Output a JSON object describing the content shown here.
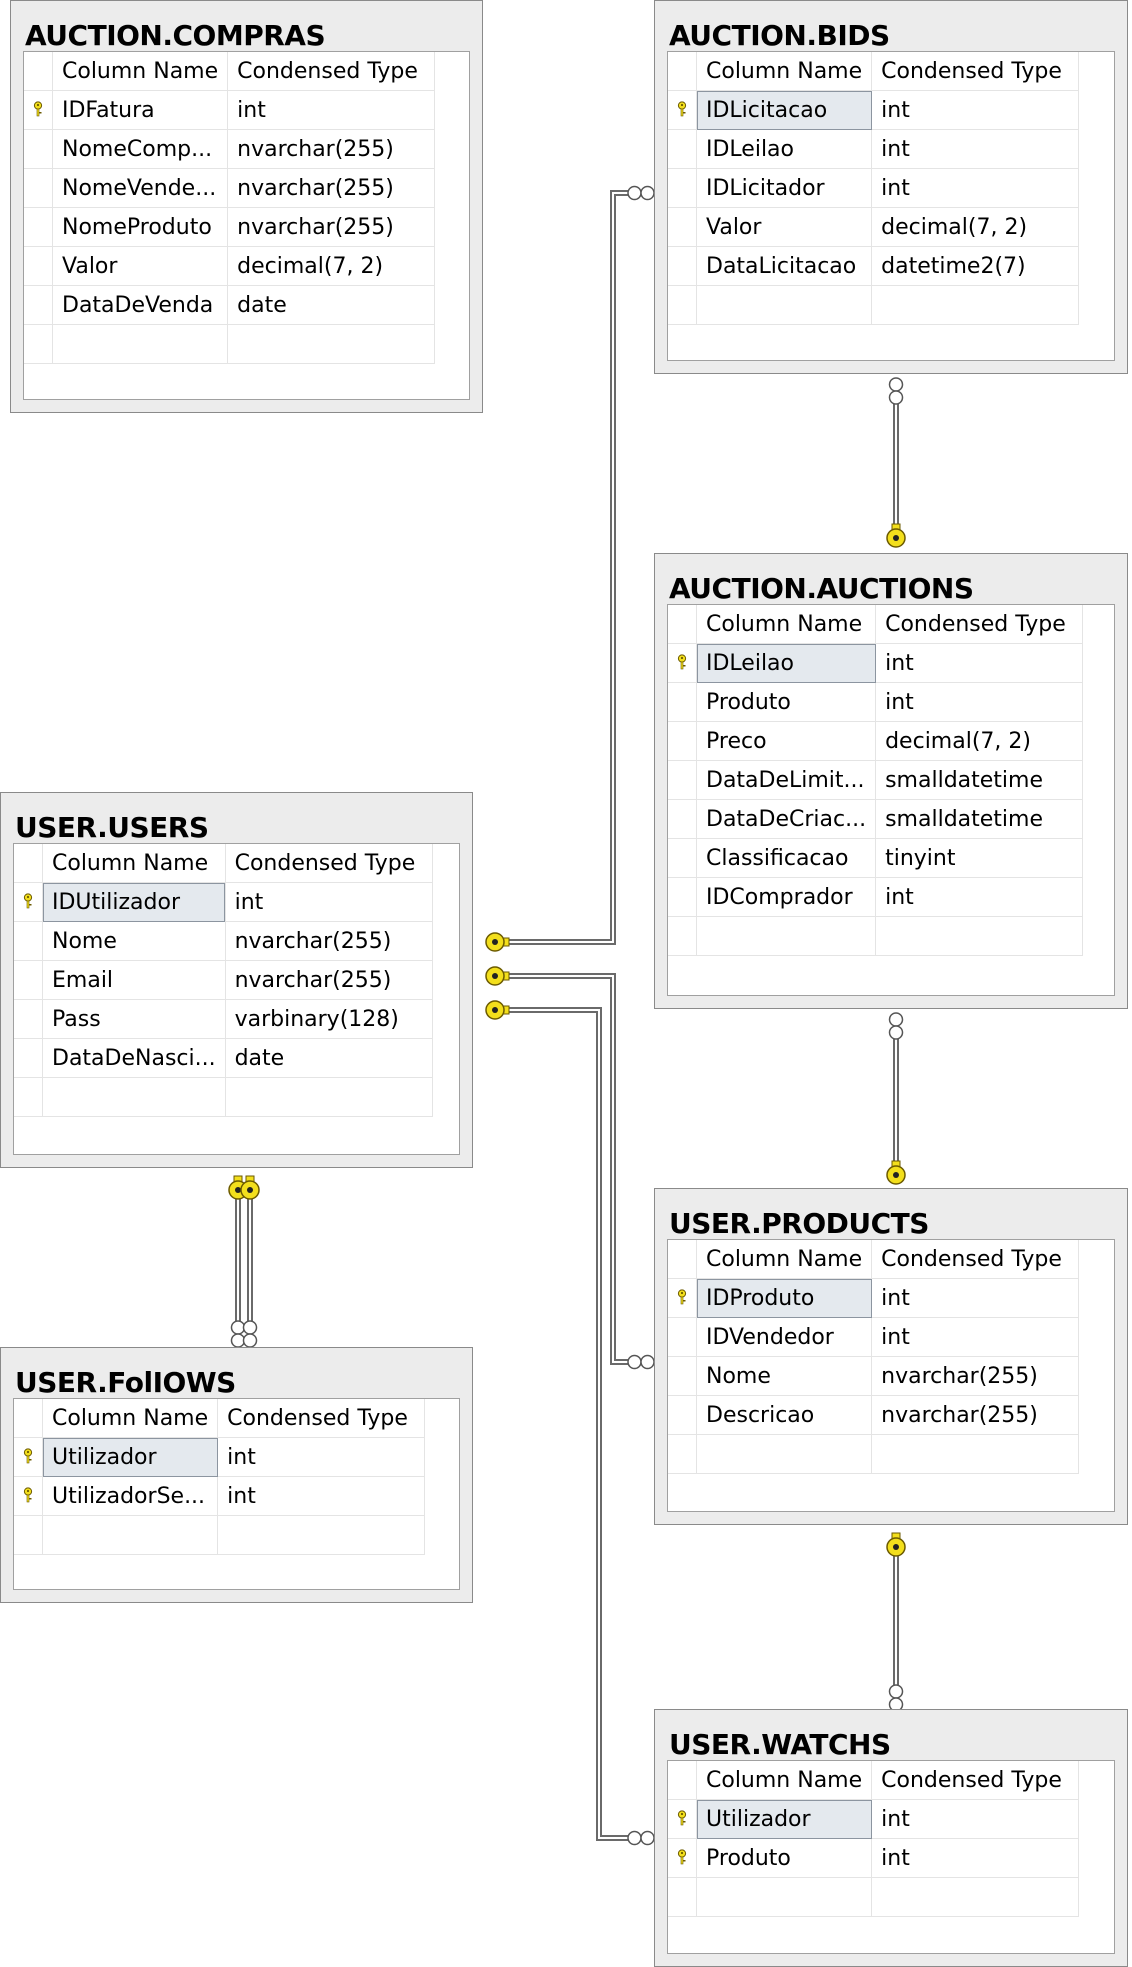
{
  "header": {
    "col_name": "Column Name",
    "col_type": "Condensed Type"
  },
  "tables": {
    "auction_compras": {
      "title": "AUCTION.COMPRAS",
      "rows": [
        {
          "key": true,
          "name": "IDFatura",
          "type": "int"
        },
        {
          "key": false,
          "name": "NomeComp...",
          "type": "nvarchar(255)"
        },
        {
          "key": false,
          "name": "NomeVende...",
          "type": "nvarchar(255)"
        },
        {
          "key": false,
          "name": "NomeProduto",
          "type": "nvarchar(255)"
        },
        {
          "key": false,
          "name": "Valor",
          "type": "decimal(7, 2)"
        },
        {
          "key": false,
          "name": "DataDeVenda",
          "type": "date"
        }
      ]
    },
    "auction_bids": {
      "title": "AUCTION.BIDS",
      "rows": [
        {
          "key": true,
          "name": "IDLicitacao",
          "type": "int",
          "selected": true
        },
        {
          "key": false,
          "name": "IDLeilao",
          "type": "int"
        },
        {
          "key": false,
          "name": "IDLicitador",
          "type": "int"
        },
        {
          "key": false,
          "name": "Valor",
          "type": "decimal(7, 2)"
        },
        {
          "key": false,
          "name": "DataLicitacao",
          "type": "datetime2(7)"
        }
      ]
    },
    "auction_auctions": {
      "title": "AUCTION.AUCTIONS",
      "rows": [
        {
          "key": true,
          "name": "IDLeilao",
          "type": "int",
          "selected": true
        },
        {
          "key": false,
          "name": "Produto",
          "type": "int"
        },
        {
          "key": false,
          "name": "Preco",
          "type": "decimal(7, 2)"
        },
        {
          "key": false,
          "name": "DataDeLimit...",
          "type": "smalldatetime"
        },
        {
          "key": false,
          "name": "DataDeCriac...",
          "type": "smalldatetime"
        },
        {
          "key": false,
          "name": "Classificacao",
          "type": "tinyint"
        },
        {
          "key": false,
          "name": "IDComprador",
          "type": "int"
        }
      ]
    },
    "user_users": {
      "title": "USER.USERS",
      "rows": [
        {
          "key": true,
          "name": "IDUtilizador",
          "type": "int",
          "selected": true
        },
        {
          "key": false,
          "name": "Nome",
          "type": "nvarchar(255)"
        },
        {
          "key": false,
          "name": "Email",
          "type": "nvarchar(255)"
        },
        {
          "key": false,
          "name": "Pass",
          "type": "varbinary(128)"
        },
        {
          "key": false,
          "name": "DataDeNasci...",
          "type": "date"
        }
      ]
    },
    "user_follows": {
      "title": "USER.FolIOWS",
      "rows": [
        {
          "key": true,
          "name": "Utilizador",
          "type": "int",
          "selected": true
        },
        {
          "key": true,
          "name": "UtilizadorSe...",
          "type": "int"
        }
      ]
    },
    "user_products": {
      "title": "USER.PRODUCTS",
      "rows": [
        {
          "key": true,
          "name": "IDProduto",
          "type": "int",
          "selected": true
        },
        {
          "key": false,
          "name": "IDVendedor",
          "type": "int"
        },
        {
          "key": false,
          "name": "Nome",
          "type": "nvarchar(255)"
        },
        {
          "key": false,
          "name": "Descricao",
          "type": "nvarchar(255)"
        }
      ]
    },
    "user_watchs": {
      "title": "USER.WATCHS",
      "rows": [
        {
          "key": true,
          "name": "Utilizador",
          "type": "int",
          "selected": true
        },
        {
          "key": true,
          "name": "Produto",
          "type": "int"
        }
      ]
    }
  },
  "relationships": [
    {
      "from": "AUCTION.BIDS",
      "to": "USER.USERS"
    },
    {
      "from": "AUCTION.BIDS",
      "to": "AUCTION.AUCTIONS"
    },
    {
      "from": "AUCTION.AUCTIONS",
      "to": "USER.PRODUCTS"
    },
    {
      "from": "USER.PRODUCTS",
      "to": "USER.USERS"
    },
    {
      "from": "USER.WATCHS",
      "to": "USER.PRODUCTS"
    },
    {
      "from": "USER.WATCHS",
      "to": "USER.USERS"
    },
    {
      "from": "USER.FolIOWS",
      "to": "USER.USERS"
    }
  ],
  "colors": {
    "key": "#f3df1c",
    "key_stroke": "#6b5a00",
    "line": "#6a6a6a",
    "selected_cell": "#e4e9ee"
  }
}
